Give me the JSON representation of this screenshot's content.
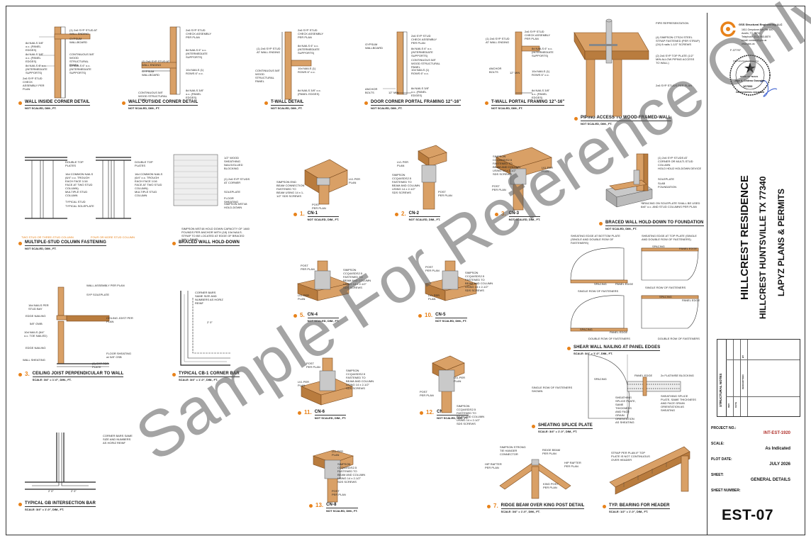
{
  "company": {
    "name": "GSS Structural Engineering LLC",
    "address1": "1611 Greystone Ave Ste 600",
    "address2": "Austin, TX 78731",
    "phone": "Telephone (512) 963-8870",
    "email": "email: contact@gss.us",
    "web": "www.gss.us"
  },
  "seal": {
    "firm_number": "F-37797",
    "firm_line": "GSS structural engineering",
    "state": "STATE OF TEXAS",
    "engineer": "Jose A. Cedeno Gonzalez",
    "license": "167693",
    "footer": "PROFESSIONAL ENGINEER"
  },
  "project": {
    "title": "HILLCREST RESIDENCE",
    "address": "HILLCREST HUNTSVILLE TX 77340",
    "subtitle": "LAPYZ PLANS & PERMITS"
  },
  "structural_notes": "STRUCTURAL NOTES",
  "revisions": {
    "header_rev": "REV",
    "header_date": "DATE",
    "header_desc": "DESCRIPTION",
    "header_by": "BY"
  },
  "info": [
    {
      "label": "PROJECT NO.:",
      "value": "INT-EST-1920",
      "accent": true
    },
    {
      "label": "SCALE:",
      "value": "As Indicated",
      "accent": false
    },
    {
      "label": "PLOT DATE:",
      "value": "JULY 2026",
      "accent": false
    },
    {
      "label": "SHEET:",
      "value": "GENERAL DETAILS",
      "accent": false
    },
    {
      "label": "SHEET NUMBER:",
      "value": "",
      "accent": false
    }
  ],
  "sheet_number": "EST-07",
  "watermark": "Sample-For Reference Only",
  "colors": {
    "accent": "#e8821a",
    "wood": "#d9a066"
  },
  "details": [
    {
      "id": "d1",
      "num": "",
      "title": "WALL INSIDE CORNER DETAIL",
      "scale": "NOT SCALED, DIM., FT."
    },
    {
      "id": "d2",
      "num": "",
      "title": "WALL OUTSIDE CORNER DETAIL",
      "scale": "NOT SCALED, DIM., FT."
    },
    {
      "id": "d3",
      "num": "",
      "title": "T-WALL DETAIL",
      "scale": "NOT SCALED, DIM., FT."
    },
    {
      "id": "d4",
      "num": "",
      "title": "DOOR CORNER PORTAL FRAMING 12\"-16\"",
      "scale": "NOT SCALED, DIM., FT."
    },
    {
      "id": "d5",
      "num": "",
      "title": "T-WALL PORTAL FRAMING 12\"-16\"",
      "scale": "NOT SCALED, DIM., FT."
    },
    {
      "id": "d6",
      "num": "",
      "title": "PIPING ACCESS TO WOOD-FRAMED-WALL",
      "scale": "NOT SCALED, DIM., FT."
    },
    {
      "id": "d7",
      "num": "",
      "title": "MULTIPLE-STUD COLUMN FASTENING",
      "scale": "NOT SCALED, DIM., FT."
    },
    {
      "id": "d8",
      "num": "",
      "title": "BRACED WALL HOLD-DOWN",
      "scale": ""
    },
    {
      "id": "d9",
      "num": "1.",
      "title": "CN-1",
      "scale": "NOT SCALED, DIM., FT."
    },
    {
      "id": "d10",
      "num": "2.",
      "title": "CN-2",
      "scale": "NOT SCALED, DIM., FT."
    },
    {
      "id": "d11",
      "num": "3.",
      "title": "CN-3",
      "scale": "NOT SCALED, DIM., FT."
    },
    {
      "id": "d12",
      "num": "",
      "title": "BRACED WALL HOLD-DOWN TO FOUNDATION",
      "scale": "NOT SCALED, DIM., FT."
    },
    {
      "id": "d13",
      "num": "5.",
      "title": "CN-4",
      "scale": "NOT SCALED, DIM., FT."
    },
    {
      "id": "d14",
      "num": "10.",
      "title": "CN-5",
      "scale": "NOT SCALED, DIM., FT."
    },
    {
      "id": "d15",
      "num": "",
      "title": "SHEAR WALL NAILING AT PANEL EDGES",
      "scale": "SCALE: 3/4\" = 1'-0\", DIM., FT."
    },
    {
      "id": "d16",
      "num": "3.",
      "title": "CEILING JOIST PERPENDICULAR TO WALL",
      "scale": "SCALE: 3/4\" = 1'-0\", DIM., FT."
    },
    {
      "id": "d17",
      "num": "",
      "title": "TYPICAL CB-1 CORNER BAR",
      "scale": "SCALE: 3/4\" = 1'-0\", DIM., FT."
    },
    {
      "id": "d18",
      "num": "11.",
      "title": "CN-6",
      "scale": "NOT SCALED, DIM., FT."
    },
    {
      "id": "d19",
      "num": "12.",
      "title": "CN-7",
      "scale": "NOT SCALED, DIM., FT."
    },
    {
      "id": "d20",
      "num": "",
      "title": "SHEATING SPLICE PLATE",
      "scale": "SCALE: 3/4\" = 1'-0\", DIM., FT."
    },
    {
      "id": "d21",
      "num": "",
      "title": "TYPICAL GB INTERSECTION BAR",
      "scale": "SCALE: 3/4\" = 1'-0\", DIM., FT."
    },
    {
      "id": "d22",
      "num": "13.",
      "title": "CN-8",
      "scale": "NOT SCALED, DIM., FT."
    },
    {
      "id": "d23",
      "num": "7.",
      "title": "RIDGE BEAM OVER KING POST DETAIL",
      "scale": "SCALE: 3/4\" = 1'-0\", DIM., FT."
    },
    {
      "id": "d24",
      "num": "",
      "title": "TYP. BEARING FOR HEADER",
      "scale": "SCALE: 1/2\" = 1'-0\", DIM., FT."
    }
  ],
  "notes": {
    "n1": "(1) 2x6 SYP STUD AT WALL ENDING",
    "n2": "GYPSUM WALLBOARD",
    "n3": "CONTINUOUS 5/8\" WOOD STRUCTURAL PANEL",
    "n4": "8d NAILS 3/8\" o.c. (PANEL EDGES)",
    "n5": "8d NAILS 6\" o.c. (INTERMEDIATE SUPPORTS)",
    "n6": "2x6 SYP STUD CHECK ASSEMBLY PER PLAN",
    "n7": "10d NAILS (1) ROWS 6\" o.c.",
    "n8": "ANCHOR BOLTS",
    "n9": "12\" MIN",
    "n10": "PIPE REPRESENTATION",
    "n11": "(4) SIMPSON CTS24 STEEL STRAP FASTENED (PER STRAP) (24) 8 nails 1-1/2\" SCREWS",
    "n12": "(2) 2x6 SYP TOP PLATE (1/2\" MIN ALLOW PIPING ACCESS TO WALL)",
    "n13": "2x6 SYP STUDS PER PLAN",
    "n14": "DOUBLE TOP PLATES",
    "n15": "16d COMMON NAILS (6/4\" o.c. TROUGH EACH FACE 1/16 FACE AT TWO STUD COLUMN)",
    "n16": "MULTIPLE STUD COLUMN",
    "n17": "TYPICAL STUD",
    "n18": "TYPICAL SOLEPLATE",
    "n19": "TWO STUD OR THREE-STUD COLUMN",
    "n20": "FOUR OR MORE STUD COLUMN",
    "n21": "1/2\" WOOD SHEATHING NAILS/GLUED BLOCKING",
    "n22": "(1) 2x6 SYP STUDS AT CORNER",
    "n23": "SOLEPLATE",
    "n24": "FLOOR SHEATING",
    "n25": "SIMPSON MST48 HOLD-DOWN",
    "n26": "SIMPSON MST48 HOLD DOWN CAPACITY OF 1460 POUNDS PER ANCHOR WITH (18) 10d NAILS. STRAP TO BE LOCATED AT EDGE OF BRACED WALL PANEL",
    "n27": "LVL PER PLAN",
    "n28": "SIMPSON END BEAM CONNECTION FASTENED TO BEAM USING 14 x 1-1/2\" SDS SCREWS",
    "n29": "POST PER PLAN",
    "n30": "(1) 2x6 SYP STUDS AT CORNER OR MULTI-STUD COLUMN",
    "n31": "HOLD HDU2 HOLDOWN DEVICE",
    "n32": "SOLEPLATE",
    "n33": "SLAB FOUNDATION",
    "n34": "*BRACING ON SOLEPLATE SHALL BE USED 6x6\" o.c. AND STUD COLUMNS PER PLAN",
    "n35": "SHEATING EDGE AT BOTTOM PLATE (SINGLE AND DOUBLE ROW OF FASTENERS)",
    "n36": "SHEATING EDGE AT TOP PLATE (SINGLE AND DOUBLE ROW OF FASTENERS)",
    "n37": "SPACING",
    "n38": "PANEL EDGE",
    "n39": "SINGLE ROW OF FASTENERS",
    "n40": "DOUBLE ROW OF FASTENERS",
    "n41": "WALL ASSEMBLY PER PLAN",
    "n42": "SYP SOLEPLATE",
    "n43": "16d NAILS PER STUD BAY",
    "n44": "CEILING JOIST PER PLAN",
    "n45": "EDGE NAILING",
    "n46": "5/8\" GWB",
    "n47": "10d NAILS (6/4\" o.c. TOE NAILED)",
    "n48": "FLOOR SHEATING w/ 5/8\" OSB",
    "n49": "WALL SHEATING",
    "n50": "(1) SYP TOP PLATE",
    "n51": "CORNER BARS SAME SIZE AND NUMBERS AS HORIZ REINF",
    "n52": "2' 0\"",
    "n53": "2x FLATWISE BLOCKING",
    "n54": "SHEATHING SPLICE PLATE, SAME THICKNESS AND FACE GRAIN ORIENTATION AS SHEATING",
    "n55": "SIMPSON STRONG TIE HANGER CONNECTOR",
    "n56": "RIDGE BEAM PER PLAN",
    "n57": "HIP RAFTER PER PLAN",
    "n58": "KING POST PER PLAN",
    "n59": "STRAP PER PLAN IF TOP PLATE IS NOT CONTINUOUS OVER HEADER",
    "n60": "SIMPSON CCQ44SDS2.5 FASTENED TO BEAM AND COLUMN USING 14 x 2-1/2\" SDS SCREWS",
    "n61": "SINGLE ROW OF FASTENERS SHOWN"
  }
}
